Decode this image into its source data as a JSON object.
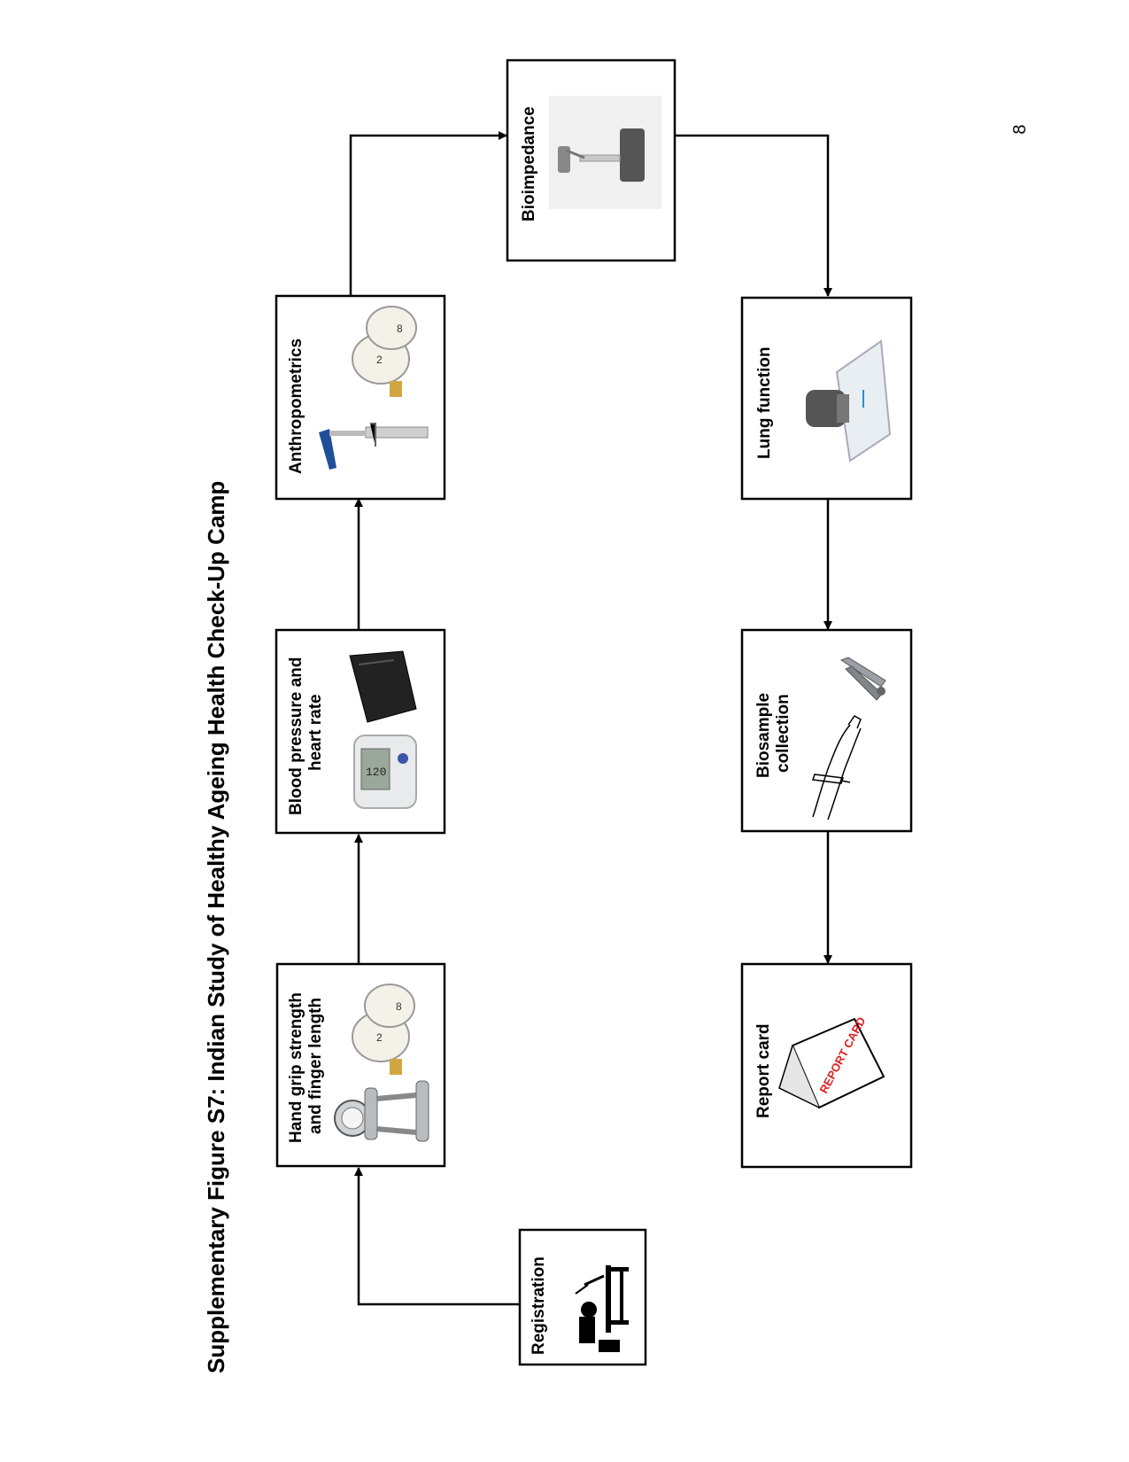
{
  "title": "Supplementary Figure S7: Indian Study of Healthy Ageing Health Check-Up Camp",
  "page_number": "8",
  "stations": {
    "registration": {
      "label": "Registration",
      "icon": "desk-worker-icon"
    },
    "handgrip": {
      "label_line1": "Hand grip strength",
      "label_line2": "and finger length",
      "icons": [
        "dynamometer-icon",
        "measuring-tape-icon"
      ]
    },
    "blood_pressure": {
      "label_line1": "Blood pressure and",
      "label_line2": "heart rate",
      "icons": [
        "bp-monitor-icon",
        "bp-cuff-icon"
      ]
    },
    "anthropometrics": {
      "label": "Anthropometrics",
      "icons": [
        "stadiometer-icon",
        "measuring-tape-icon"
      ]
    },
    "bioimpedance": {
      "label": "Bioimpedance",
      "icon": "body-composition-scale-icon"
    },
    "lung_function": {
      "label": "Lung function",
      "icon": "spirometer-icon"
    },
    "biosample": {
      "label_line1": "Biosample",
      "label_line2": "collection",
      "icons": [
        "arm-syringe-icon",
        "nail-clipper-icon"
      ]
    },
    "report_card": {
      "label": "Report card",
      "icon": "report-card-icon",
      "icon_text": "REPORT CARD"
    }
  },
  "colors": {
    "report_text": "#e02020"
  }
}
